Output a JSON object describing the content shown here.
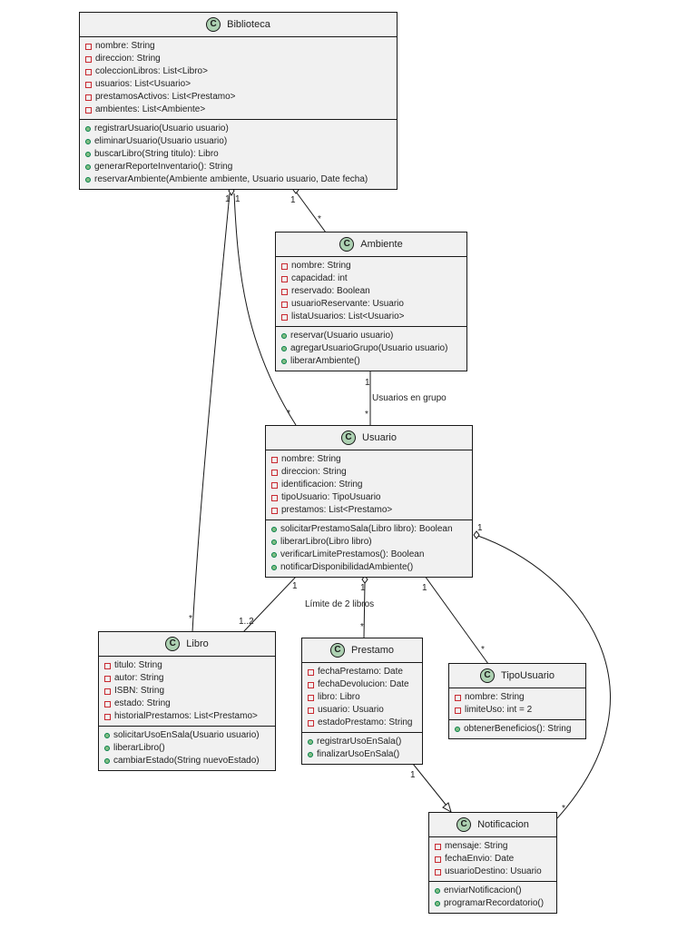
{
  "classes": {
    "biblioteca": {
      "name": "Biblioteca",
      "attributes": [
        "nombre: String",
        "direccion: String",
        "coleccionLibros: List<Libro>",
        "usuarios: List<Usuario>",
        "prestamosActivos: List<Prestamo>",
        "ambientes: List<Ambiente>"
      ],
      "operations": [
        "registrarUsuario(Usuario usuario)",
        "eliminarUsuario(Usuario usuario)",
        "buscarLibro(String titulo): Libro",
        "generarReporteInventario(): String",
        "reservarAmbiente(Ambiente ambiente, Usuario usuario, Date fecha)"
      ]
    },
    "ambiente": {
      "name": "Ambiente",
      "attributes": [
        "nombre: String",
        "capacidad: int",
        "reservado: Boolean",
        "usuarioReservante: Usuario",
        "listaUsuarios: List<Usuario>"
      ],
      "operations": [
        "reservar(Usuario usuario)",
        "agregarUsuarioGrupo(Usuario usuario)",
        "liberarAmbiente()"
      ]
    },
    "usuario": {
      "name": "Usuario",
      "attributes": [
        "nombre: String",
        "direccion: String",
        "identificacion: String",
        "tipoUsuario: TipoUsuario",
        "prestamos: List<Prestamo>"
      ],
      "operations": [
        "solicitarPrestamoSala(Libro libro): Boolean",
        "liberarLibro(Libro libro)",
        "verificarLimitePrestamos(): Boolean",
        "notificarDisponibilidadAmbiente()"
      ]
    },
    "libro": {
      "name": "Libro",
      "attributes": [
        "titulo: String",
        "autor: String",
        "ISBN: String",
        "estado: String",
        "historialPrestamos: List<Prestamo>"
      ],
      "operations": [
        "solicitarUsoEnSala(Usuario usuario)",
        "liberarLibro()",
        "cambiarEstado(String nuevoEstado)"
      ]
    },
    "prestamo": {
      "name": "Prestamo",
      "attributes": [
        "fechaPrestamo: Date",
        "fechaDevolucion: Date",
        "libro: Libro",
        "usuario: Usuario",
        "estadoPrestamo: String"
      ],
      "operations": [
        "registrarUsoEnSala()",
        "finalizarUsoEnSala()"
      ]
    },
    "tipousuario": {
      "name": "TipoUsuario",
      "attributes": [
        "nombre: String",
        "limiteUso: int = 2"
      ],
      "operations": [
        "obtenerBeneficios(): String"
      ]
    },
    "notificacion": {
      "name": "Notificacion",
      "attributes": [
        "mensaje: String",
        "fechaEnvio: Date",
        "usuarioDestino: Usuario"
      ],
      "operations": [
        "enviarNotificacion()",
        "programarRecordatorio()"
      ]
    }
  },
  "class_badge": "C",
  "relations": {
    "bib_ambiente": {
      "from_mult": "1",
      "to_mult": "*"
    },
    "bib_usuario": {
      "from_mult": "1",
      "to_mult": "*"
    },
    "bib_libro": {
      "from_mult": "1",
      "to_mult": "*"
    },
    "ambiente_usuario": {
      "from_mult": "1",
      "to_mult": "*",
      "label": "Usuarios en grupo"
    },
    "usuario_libro": {
      "from_mult": "1",
      "to_mult": "1..2",
      "label": "Límite de 2 libros"
    },
    "usuario_prestamo": {
      "from_mult": "1",
      "to_mult": "*"
    },
    "usuario_tipousuario": {
      "from_mult": "1",
      "to_mult": "*"
    },
    "usuario_notificacion": {
      "from_mult": "1",
      "to_mult": "*"
    },
    "prestamo_notificacion": {
      "from_mult": "1"
    }
  },
  "colors": {
    "class_fill": "#f1f1f1",
    "badge_fill": "#add1b2",
    "attr_marker": "#c82930",
    "op_marker": "#84be84",
    "line": "#181818"
  }
}
